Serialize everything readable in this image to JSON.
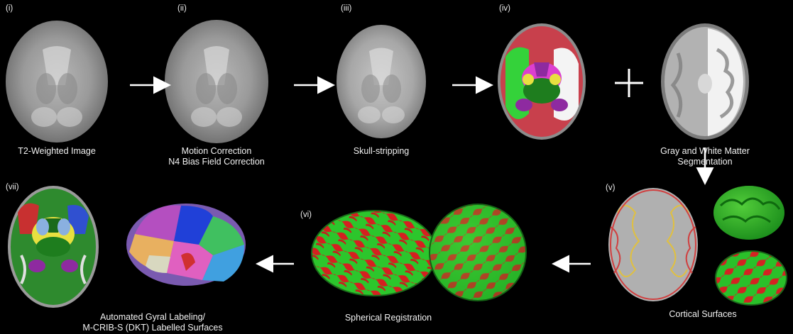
{
  "steps": {
    "i": {
      "tag": "(i)",
      "caption": "T2-Weighted Image"
    },
    "ii": {
      "tag": "(ii)",
      "caption_line1": "Motion Correction",
      "caption_line2": "N4 Bias Field Correction"
    },
    "iii": {
      "tag": "(iii)",
      "caption": "Skull-stripping"
    },
    "iv": {
      "tag": "(iv)",
      "caption_line1": "Gray and White Matter",
      "caption_line2": "Segmentation"
    },
    "v": {
      "tag": "(v)",
      "caption": "Cortical Surfaces"
    },
    "vi": {
      "tag": "(vi)",
      "caption": "Spherical Registration"
    },
    "vii": {
      "tag": "(vii)",
      "caption_line1": "Automated Gyral Labeling/",
      "caption_line2": "M-CRIB-S (DKT) Labelled Surfaces"
    }
  },
  "plus_symbol": "+",
  "colors": {
    "background": "#000000",
    "arrow": "#ffffff",
    "surface_green": "#22c42a",
    "surface_red": "#d3201c",
    "seg_red": "#c8404c",
    "seg_green": "#34d23a",
    "seg_magenta": "#dc3fd0",
    "seg_darkgreen": "#1e7d1e",
    "seg_purple": "#8e2aa0",
    "seg_yellow": "#e8e040"
  }
}
